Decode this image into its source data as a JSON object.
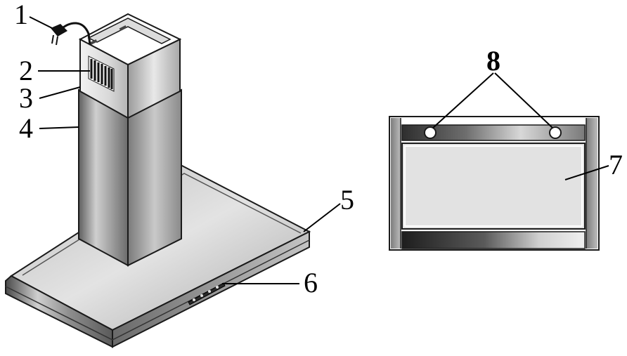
{
  "figure": {
    "type": "range hood parts diagram",
    "callouts": {
      "c1": "1",
      "c2": "2",
      "c3": "3",
      "c4": "4",
      "c5": "5",
      "c6": "6",
      "c7": "7",
      "c8": "8"
    }
  },
  "colors": {
    "outline": "#1a1a1a",
    "steel_dark": "#3a3a3a",
    "steel_mid": "#8c8c8c",
    "steel_light": "#d6d6d6",
    "filter_panel": "#e4e4e4",
    "background": "#ffffff"
  },
  "icons": {
    "power-plug": "power-plug-icon",
    "vent-grille": "vent-grille-icon",
    "control-panel": "control-panel-icon",
    "lamp": "lamp-icon"
  }
}
